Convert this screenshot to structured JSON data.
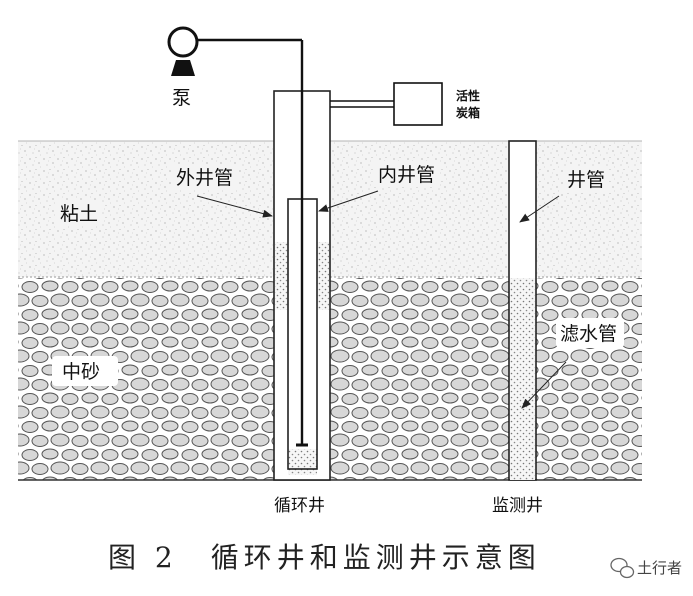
{
  "labels": {
    "pump": "泵",
    "carbon_box_line1": "活性",
    "carbon_box_line2": "炭箱",
    "outer_pipe": "外井管",
    "inner_pipe": "内井管",
    "well_pipe": "井管",
    "clay": "粘土",
    "medium_sand": "中砂",
    "screen_pipe": "滤水管",
    "circulation_well": "循环井",
    "monitoring_well": "监测井"
  },
  "caption": "图 2　循环井和监测井示意图",
  "watermark": "土行者"
}
